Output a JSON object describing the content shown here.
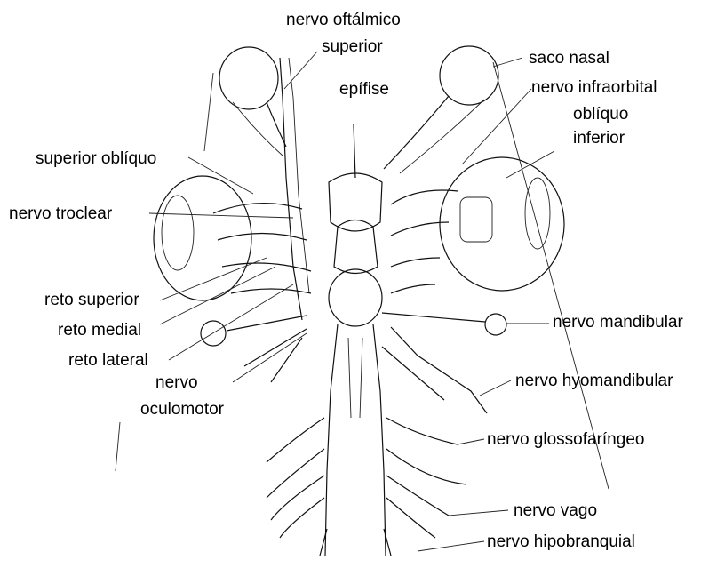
{
  "labels": {
    "nervo_oftalmico_superior_1": "nervo oftálmico",
    "nervo_oftalmico_superior_2": "superior",
    "saco_nasal": "saco nasal",
    "epifise": "epífise",
    "nervo_infraorbital": "nervo infraorbital",
    "obliquo_inferior_1": "oblíquo",
    "obliquo_inferior_2": "inferior",
    "superior_obliquo": "superior oblíquo",
    "nervo_troclear": "nervo troclear",
    "reto_superior": "reto superior",
    "reto_medial": "reto medial",
    "reto_lateral": "reto lateral",
    "nervo_oculomotor_1": "nervo",
    "nervo_oculomotor_2": "oculomotor",
    "nervo_mandibular": "nervo mandibular",
    "nervo_hyomandibular": "nervo hyomandibular",
    "nervo_glossofaringeo": "nervo glossofaríngeo",
    "nervo_vago": "nervo vago",
    "nervo_hipobranquial": "nervo hipobranquial"
  },
  "colors": {
    "ink": "#111111",
    "background": "#ffffff"
  }
}
